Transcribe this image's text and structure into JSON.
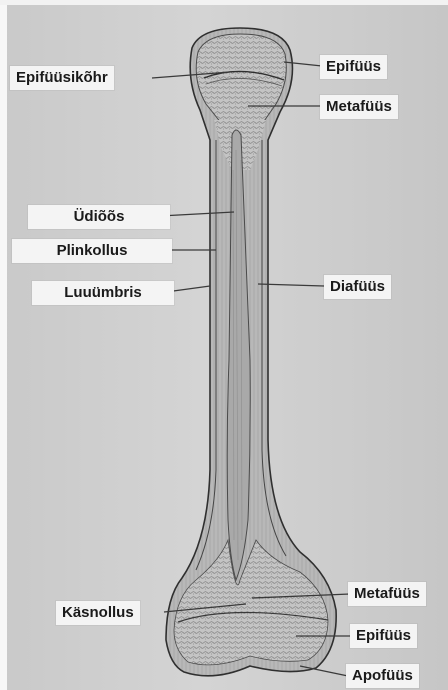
{
  "labels": {
    "epifuusikohr": "Epifüüsikõhr",
    "epifuus_top": "Epifüüs",
    "metafuus_top": "Metafüüs",
    "udioos": "Üdiõõs",
    "plinkollus": "Plinkollus",
    "luuumbris": "Luuümbris",
    "diafuus": "Diafüüs",
    "metafuus_bottom": "Metafüüs",
    "kasnollus": "Käsnollus",
    "epifuus_bottom": "Epifüüs",
    "apofuus": "Apofüüs"
  },
  "colors": {
    "background": "#cfcfcf",
    "label_bg": "#f4f4f4",
    "bone_fill": "#bdbdbd",
    "outline": "#3a3a3a"
  }
}
